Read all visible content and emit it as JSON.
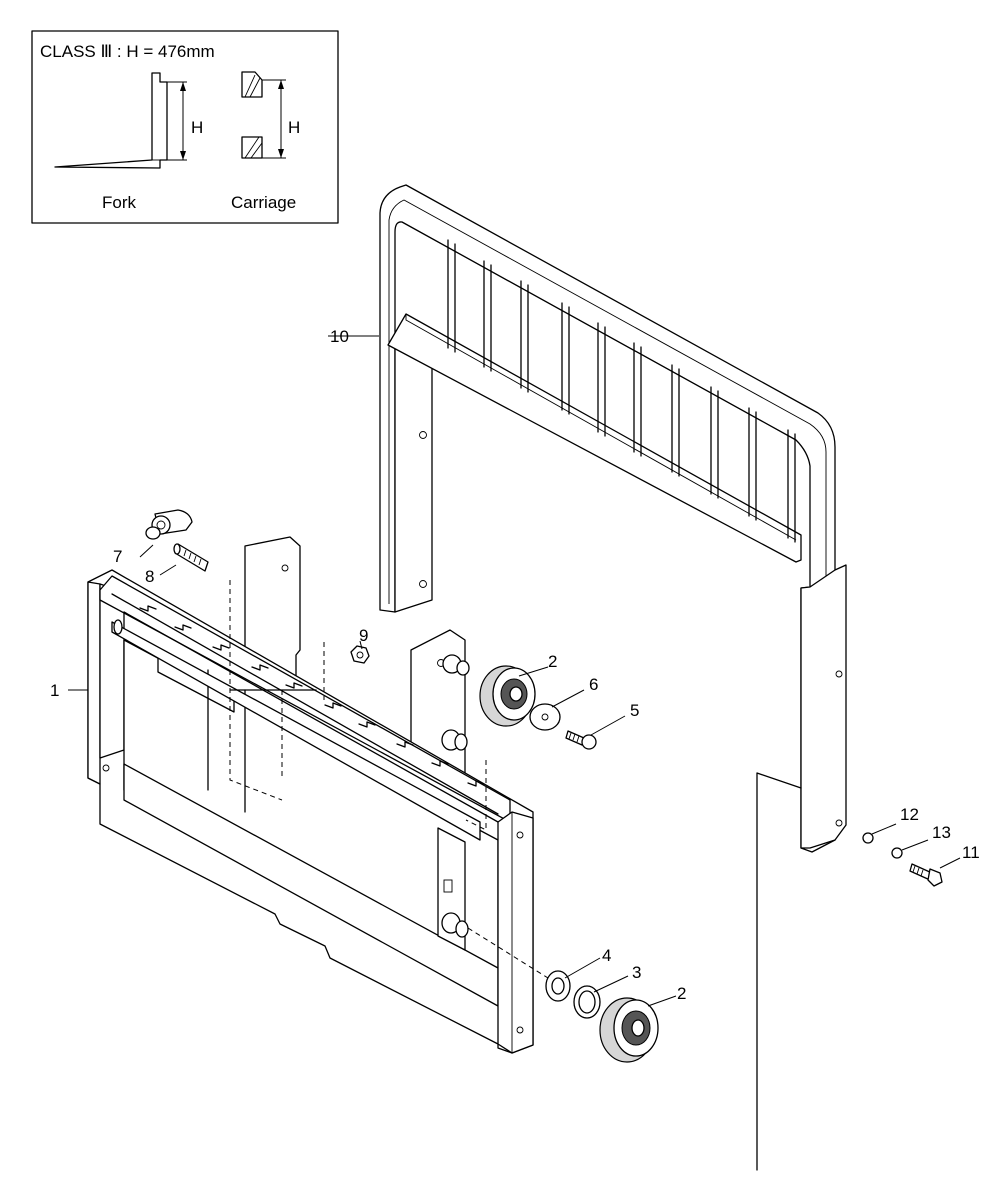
{
  "inset": {
    "title": "CLASS Ⅲ : H = 476mm",
    "dimension_label": "H",
    "fork_label": "Fork",
    "carriage_label": "Carriage"
  },
  "callouts": [
    "1",
    "2",
    "2",
    "3",
    "4",
    "5",
    "6",
    "7",
    "8",
    "9",
    "10",
    "11",
    "12",
    "13"
  ]
}
